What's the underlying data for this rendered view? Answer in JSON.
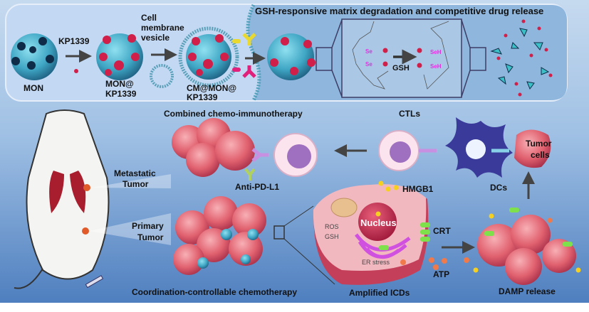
{
  "top_panel": {
    "title": "GSH-responsive matrix degradation and competitive drug release",
    "mon": "MON",
    "kp1339": "KP1339",
    "mon_kp_1": "MON@",
    "mon_kp_2": "KP1339",
    "vesicle_1": "Cell",
    "vesicle_2": "membrane",
    "vesicle_3": "vesicle",
    "cm_1": "CM@MON@",
    "cm_2": "KP1339",
    "se_1": "Se",
    "se_2": "Se",
    "gsh": "GSH",
    "seh_1": "SeH",
    "seh_2": "SeH"
  },
  "bottom_panel": {
    "combined": "Combined chemo-immunotherapy",
    "ctls": "CTLs",
    "tumor_cells_1": "Tumor",
    "tumor_cells_2": "cells",
    "dcs": "DCs",
    "metastatic_1": "Metastatic",
    "metastatic_2": "Tumor",
    "anti_pdl1": "Anti-PD-L1",
    "primary_1": "Primary",
    "primary_2": "Tumor",
    "hmgb1": "HMGB1",
    "crt": "CRT",
    "ros": "ROS",
    "gsh": "GSH",
    "nucleus": "Nucleus",
    "er_stress": "ER stress",
    "atp": "ATP",
    "coordination": "Coordination-controllable chemotherapy",
    "amplified": "Amplified ICDs",
    "damp": "DAMP release"
  },
  "colors": {
    "background_top": "#c6daef",
    "background_bottom": "#4f7fbf",
    "nanoparticle": "#3fa6c4",
    "drug": "#d0204a",
    "tumor": "#e0606e",
    "er": "#d050e0",
    "crt": "#7ee04a",
    "hmgb1": "#f5d020",
    "atp": "#f07a4a",
    "dc": "#3a3a9a"
  }
}
